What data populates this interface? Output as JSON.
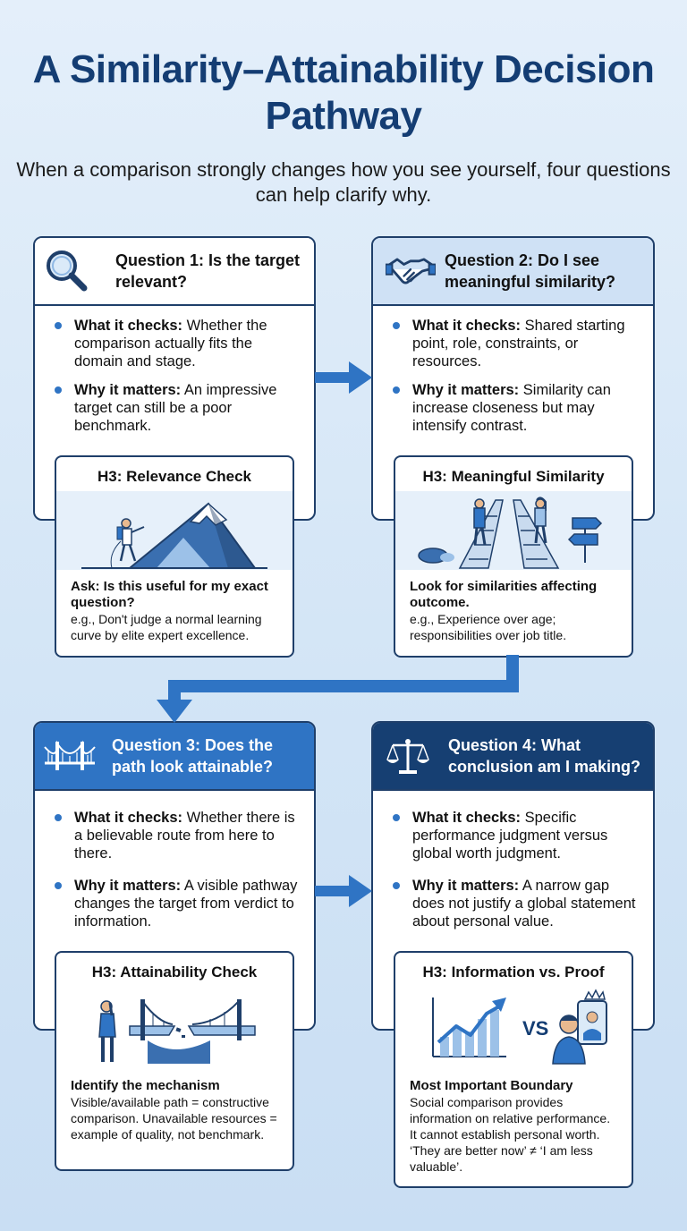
{
  "title": "A Similarity–Attainability Decision Pathway",
  "subtitle": "When a comparison strongly changes how you see yourself, four questions can help clarify why.",
  "questions": [
    {
      "title": "Question 1: Is the target relevant?",
      "icon": "magnifier-icon",
      "checks_label": "What it checks:",
      "checks": " Whether the comparison actually fits the domain and stage.",
      "matters_label": "Why it matters:",
      "matters": " An impressive target can still be a poor benchmark.",
      "sub": {
        "title": "H3: Relevance Check",
        "bold": "Ask: Is this useful for my exact question?",
        "text": "e.g., Don't judge a normal learning curve by elite expert excellence."
      }
    },
    {
      "title": "Question 2: Do I see meaningful similarity?",
      "icon": "handshake-icon",
      "checks_label": "What it checks:",
      "checks": " Shared starting point, role, constraints, or resources.",
      "matters_label": "Why it matters:",
      "matters": " Similarity can increase closeness but may intensify contrast.",
      "sub": {
        "title": "H3: Meaningful Similarity",
        "bold": "Look for similarities affecting outcome.",
        "text": "e.g., Experience over age; responsibilities over job title."
      }
    },
    {
      "title": "Question 3: Does the path look attainable?",
      "icon": "bridge-icon",
      "checks_label": "What it checks:",
      "checks": " Whether there is a believable route from here to there.",
      "matters_label": "Why it matters:",
      "matters": " A visible pathway changes the target from verdict to information.",
      "sub": {
        "title": "H3: Attainability Check",
        "bold": "Identify the mechanism",
        "text": "Visible/available path = constructive comparison. Unavailable resources = example of quality, not benchmark."
      }
    },
    {
      "title": "Question 4: What conclusion am I making?",
      "icon": "scales-icon",
      "checks_label": "What it checks:",
      "checks": " Specific performance judgment versus global worth judgment.",
      "matters_label": "Why it matters:",
      "matters": " A narrow gap does not justify a global statement about personal value.",
      "sub": {
        "title": "H3: Information vs. Proof",
        "bold": "Most Important Boundary",
        "text": "Social comparison provides information on relative performance. It cannot establish personal worth. ‘They are better now’ ≠ ‘I am less valuable’."
      }
    }
  ],
  "vs_label": "VS",
  "colors": {
    "title": "#143d73",
    "accent": "#2f74c4",
    "dark": "#163f72",
    "light": "#cfe1f5",
    "border": "#1f3f6a"
  }
}
